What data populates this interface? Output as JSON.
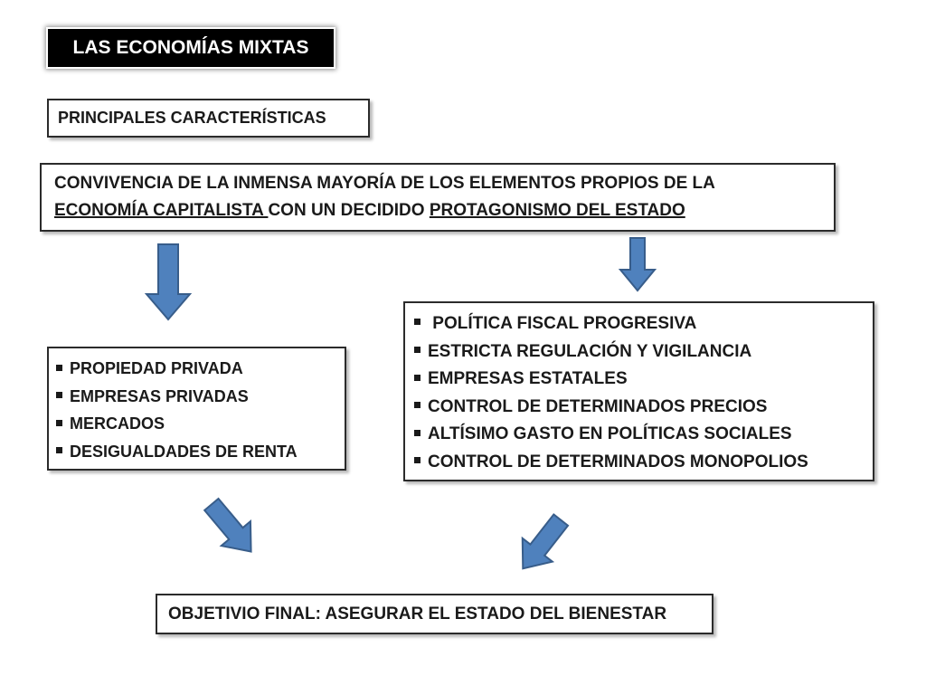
{
  "title": "LAS ECONOMÍAS MIXTAS",
  "subtitle": "PRINCIPALES CARACTERÍSTICAS",
  "main": {
    "line1": "CONVIVENCIA DE LA INMENSA MAYORÍA DE LOS ELEMENTOS PROPIOS DE LA",
    "part_a": "ECONOMÍA CAPITALISTA ",
    "part_b": "CON UN DECIDIDO ",
    "part_c": "PROTAGONISMO DEL ESTADO"
  },
  "left_list": [
    "PROPIEDAD PRIVADA",
    "EMPRESAS PRIVADAS",
    "MERCADOS",
    "DESIGUALDADES DE RENTA"
  ],
  "right_list": [
    " POLÍTICA FISCAL PROGRESIVA",
    "ESTRICTA REGULACIÓN Y VIGILANCIA",
    "EMPRESAS ESTATALES",
    "CONTROL DE DETERMINADOS PRECIOS",
    "ALTÍSIMO GASTO EN POLÍTICAS SOCIALES",
    "CONTROL DE DETERMINADOS MONOPOLIOS"
  ],
  "final": "OBJETIVIO FINAL: ASEGURAR EL ESTADO DEL BIENESTAR",
  "colors": {
    "arrow_fill": "#4f81bd",
    "arrow_stroke": "#385d8a",
    "title_bg": "#000000",
    "title_text": "#ffffff"
  }
}
